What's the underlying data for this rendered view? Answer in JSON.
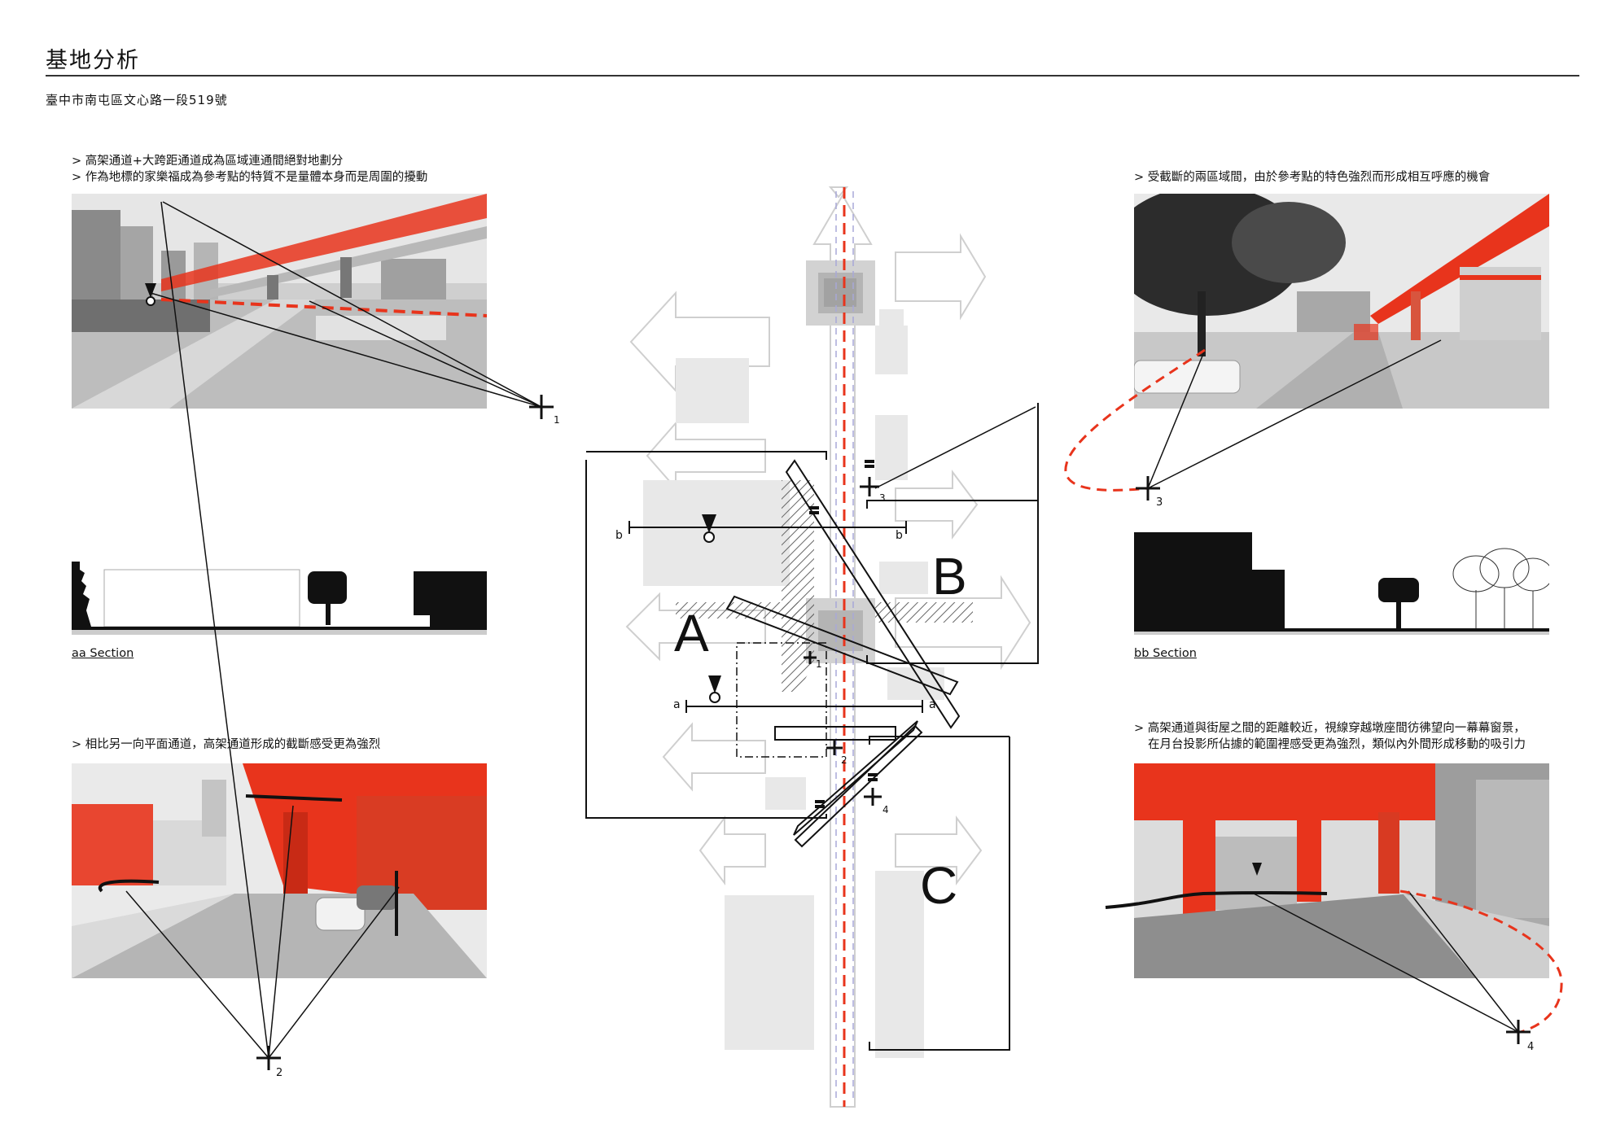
{
  "header": {
    "title": "基地分析",
    "address": "臺中市南屯區文心路一段519號"
  },
  "notes": {
    "top_left_1": "> 高架通道+大跨距通道成為區域連通間絕對地劃分",
    "top_left_2": "> 作為地標的家樂福成為參考點的特質不是量體本身而是周圍的擾動",
    "top_right": "> 受截斷的兩區域間，由於參考點的特色強烈而形成相互呼應的機會",
    "bottom_left": "> 相比另一向平面通道，高架通道形成的截斷感受更為強烈",
    "bottom_right_1": "> 高架通道與街屋之間的距離較近，視線穿越墩座間彷彿望向一幕幕窗景，",
    "bottom_right_2": "在月台投影所佔據的範圍裡感受更為強烈，類似內外間形成移動的吸引力"
  },
  "sections": {
    "aa": "aa Section",
    "bb": "bb Section"
  },
  "viewpoints": {
    "v1": "1",
    "v2": "2",
    "v3": "3",
    "v4": "4"
  },
  "map": {
    "zone_a": "A",
    "zone_b": "B",
    "zone_c": "C",
    "cut_a": "a",
    "cut_b": "b",
    "marker_1": "1",
    "marker_2": "2",
    "marker_3": "3",
    "marker_4": "4"
  },
  "colors": {
    "accent_red": "#e8341c",
    "line_black": "#111111",
    "photo_gray": "#9a9a9a"
  }
}
